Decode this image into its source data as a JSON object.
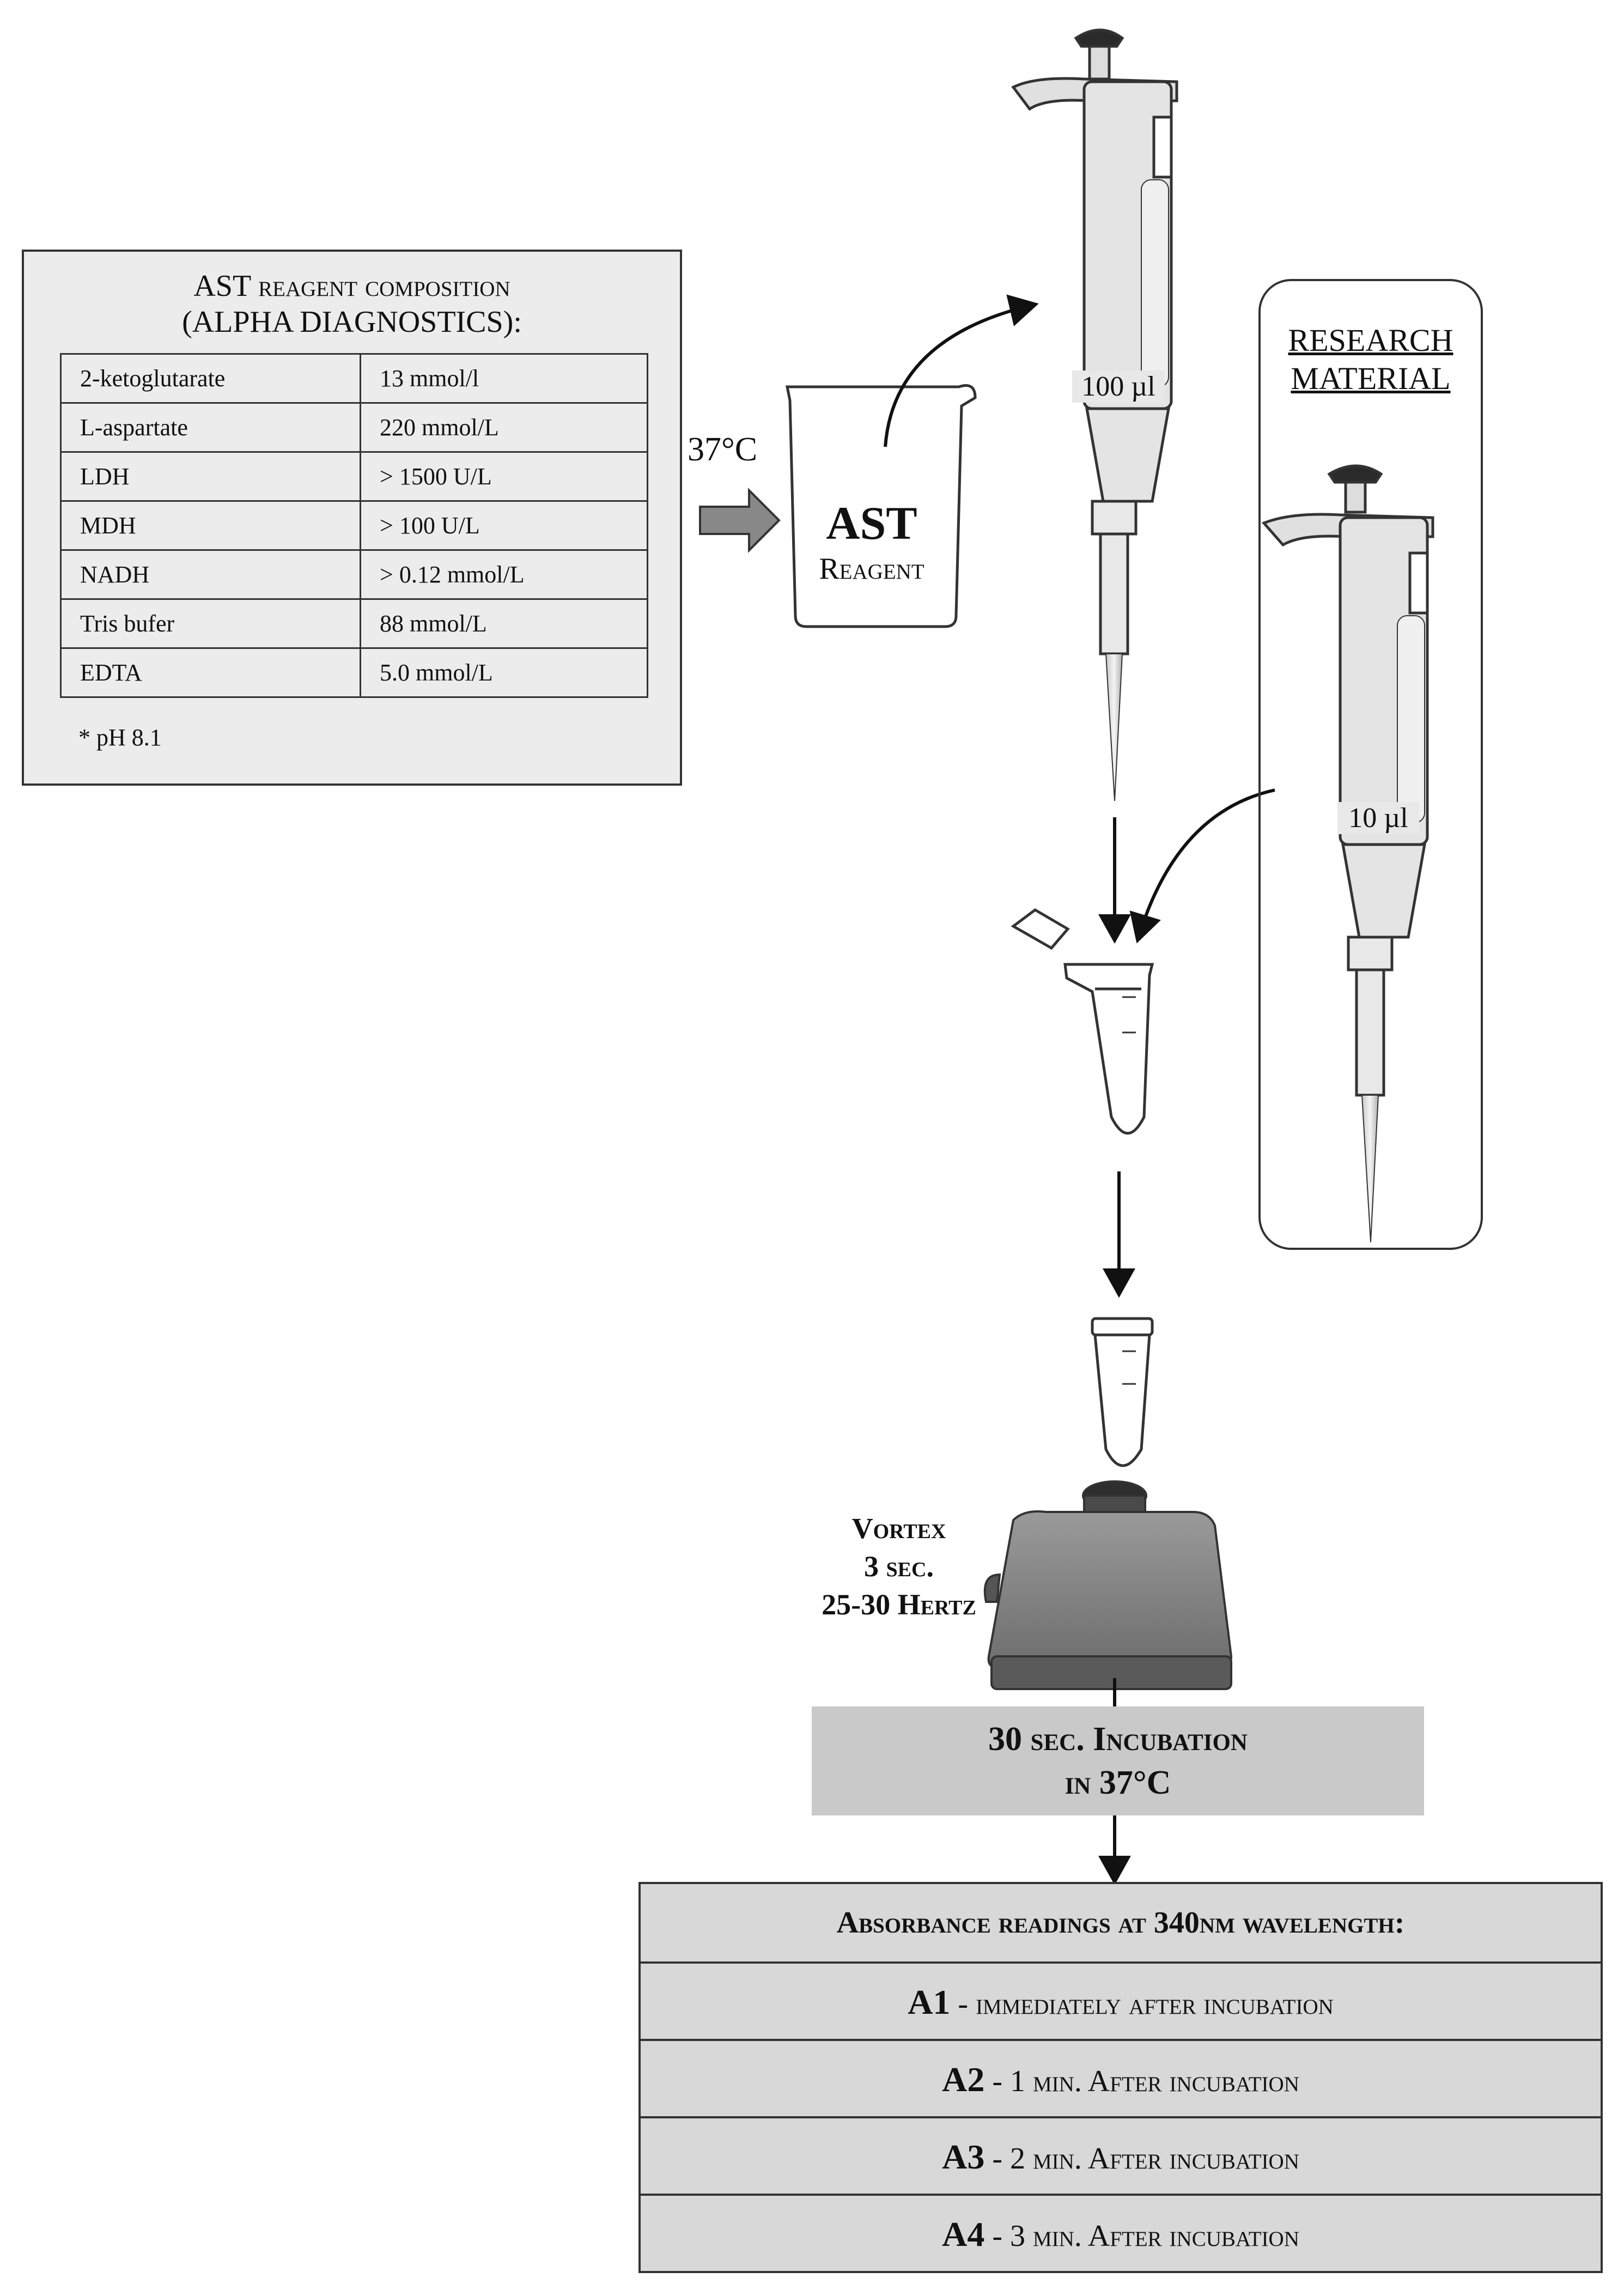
{
  "reagent": {
    "title_line1": "AST reagent composition",
    "title_line2": "(ALPHA DIAGNOSTICS):",
    "rows": [
      {
        "name": "2-ketoglutarate",
        "value": "13 mmol/l"
      },
      {
        "name": "L-aspartate",
        "value": "220 mmol/L"
      },
      {
        "name": "LDH",
        "value": "> 1500 U/L"
      },
      {
        "name": "MDH",
        "value": "> 100 U/L"
      },
      {
        "name": "NADH",
        "value": "> 0.12 mmol/L"
      },
      {
        "name": "Tris bufer",
        "value": "88 mmol/L"
      },
      {
        "name": "EDTA",
        "value": "5.0 mmol/L"
      }
    ],
    "note": "* pH 8.1"
  },
  "temperature": "37°C",
  "beaker": {
    "line1": "AST",
    "line2": "Reagent"
  },
  "pipette_large_volume": "100 µl",
  "research": {
    "line1": "RESEARCH",
    "line2": "MATERIAL",
    "pipette_volume": "10 µl"
  },
  "vortex": {
    "line1": "Vortex",
    "line2": "3 sec.",
    "line3": "25-30 Hertz"
  },
  "incubation": {
    "line1": "30 sec. Incubation",
    "line2": "in 37°C"
  },
  "readings": {
    "header": "Absorbance readings at 340nm wavelength:",
    "items": [
      {
        "code": "A1",
        "text": " - immediately after  incubation"
      },
      {
        "code": "A2",
        "text": " - 1 min. After incubation"
      },
      {
        "code": "A3",
        "text": " - 2 min. After incubation"
      },
      {
        "code": "A4",
        "text": " - 3 min. After incubation"
      }
    ]
  }
}
